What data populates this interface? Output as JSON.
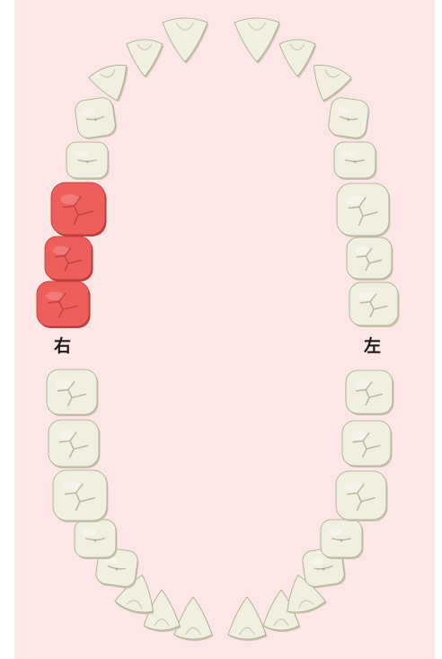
{
  "labels": {
    "right": "右",
    "left": "左"
  },
  "colors": {
    "background": "#fde7e6",
    "tooth_fill": "#f1efdf",
    "tooth_shadow": "#c9c6ad",
    "tooth_line": "#a6a48c",
    "selected_fill": "#ee5f5c",
    "selected_shadow": "#c43e3c",
    "selected_line": "#b23836"
  },
  "teeth": [
    {
      "id": "upper-right-1",
      "type": "incisor",
      "selected": false
    },
    {
      "id": "upper-right-2",
      "type": "incisor",
      "selected": false
    },
    {
      "id": "upper-right-3",
      "type": "canine",
      "selected": false
    },
    {
      "id": "upper-right-4",
      "type": "premolar",
      "selected": false
    },
    {
      "id": "upper-right-5",
      "type": "premolar",
      "selected": false
    },
    {
      "id": "upper-right-6",
      "type": "molar",
      "selected": true
    },
    {
      "id": "upper-right-7",
      "type": "molar",
      "selected": true
    },
    {
      "id": "upper-right-8",
      "type": "molar",
      "selected": true
    },
    {
      "id": "upper-left-1",
      "type": "incisor",
      "selected": false
    },
    {
      "id": "upper-left-2",
      "type": "incisor",
      "selected": false
    },
    {
      "id": "upper-left-3",
      "type": "canine",
      "selected": false
    },
    {
      "id": "upper-left-4",
      "type": "premolar",
      "selected": false
    },
    {
      "id": "upper-left-5",
      "type": "premolar",
      "selected": false
    },
    {
      "id": "upper-left-6",
      "type": "molar",
      "selected": false
    },
    {
      "id": "upper-left-7",
      "type": "molar",
      "selected": false
    },
    {
      "id": "upper-left-8",
      "type": "molar",
      "selected": false
    },
    {
      "id": "lower-right-1",
      "type": "incisor",
      "selected": false
    },
    {
      "id": "lower-right-2",
      "type": "incisor",
      "selected": false
    },
    {
      "id": "lower-right-3",
      "type": "canine",
      "selected": false
    },
    {
      "id": "lower-right-4",
      "type": "premolar",
      "selected": false
    },
    {
      "id": "lower-right-5",
      "type": "premolar",
      "selected": false
    },
    {
      "id": "lower-right-6",
      "type": "molar",
      "selected": false
    },
    {
      "id": "lower-right-7",
      "type": "molar",
      "selected": false
    },
    {
      "id": "lower-right-8",
      "type": "molar",
      "selected": false
    },
    {
      "id": "lower-left-1",
      "type": "incisor",
      "selected": false
    },
    {
      "id": "lower-left-2",
      "type": "incisor",
      "selected": false
    },
    {
      "id": "lower-left-3",
      "type": "canine",
      "selected": false
    },
    {
      "id": "lower-left-4",
      "type": "premolar",
      "selected": false
    },
    {
      "id": "lower-left-5",
      "type": "premolar",
      "selected": false
    },
    {
      "id": "lower-left-6",
      "type": "molar",
      "selected": false
    },
    {
      "id": "lower-left-7",
      "type": "molar",
      "selected": false
    },
    {
      "id": "lower-left-8",
      "type": "molar",
      "selected": false
    }
  ]
}
